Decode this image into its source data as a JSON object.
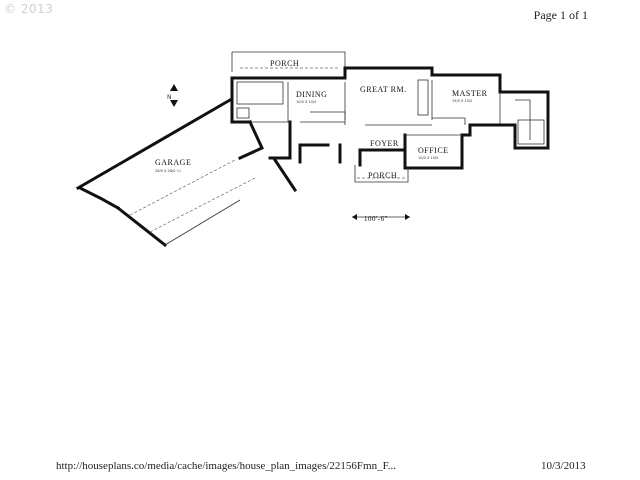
{
  "header": {
    "watermark": "© 2013",
    "page_label": "Page 1 of 1"
  },
  "plan": {
    "rooms": {
      "porch_rear": "PORCH",
      "dining": "DINING",
      "great_rm": "GREAT RM.",
      "master": "MASTER",
      "garage": "GARAGE",
      "foyer": "FOYER",
      "office": "OFFICE",
      "porch_front": "PORCH"
    },
    "dims": {
      "garage": "28/0 X 28/0 +/-",
      "dining": "10/0 X 10/0",
      "master": "15/0 X 15/0",
      "office": "10/0 X 10/0",
      "overall_width": "100'-6\""
    }
  },
  "footer": {
    "url": "http://houseplans.co/media/cache/images/house_plan_images/22156Fmn_F...",
    "date": "10/3/2013"
  }
}
